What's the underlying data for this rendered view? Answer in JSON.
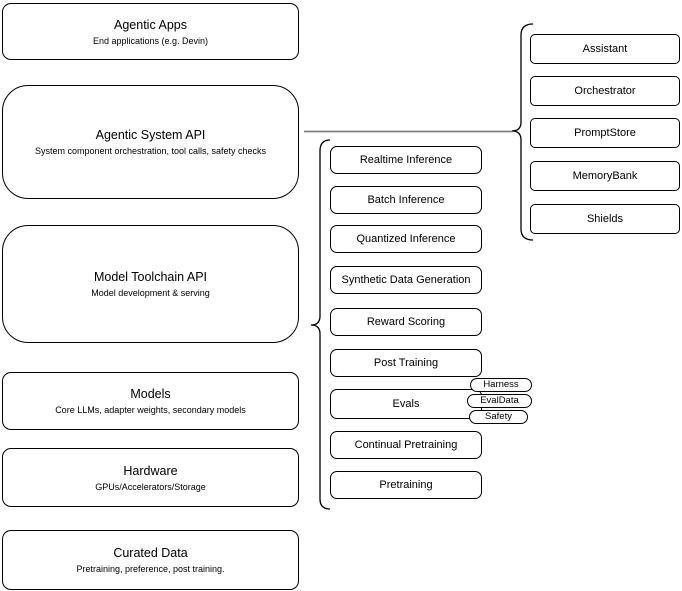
{
  "diagram": {
    "left_column": [
      {
        "title": "Agentic Apps",
        "subtitle": "End applications (e.g. Devin)"
      },
      {
        "title": "Agentic System API",
        "subtitle": "System component orchestration, tool calls, safety checks"
      },
      {
        "title": "Model Toolchain API",
        "subtitle": "Model development & serving"
      },
      {
        "title": "Models",
        "subtitle": "Core LLMs, adapter weights, secondary models"
      },
      {
        "title": "Hardware",
        "subtitle": "GPUs/Accelerators/Storage"
      },
      {
        "title": "Curated Data",
        "subtitle": "Pretraining, preference, post training."
      }
    ],
    "toolchain_group": {
      "items": [
        "Realtime Inference",
        "Batch Inference",
        "Quantized Inference",
        "Synthetic Data Generation",
        "Reward Scoring",
        "Post Training",
        "Evals",
        "Continual Pretraining",
        "Pretraining"
      ]
    },
    "evals_tags": [
      "Harness",
      "EvalData",
      "Safety"
    ],
    "system_group": {
      "items": [
        "Assistant",
        "Orchestrator",
        "PromptStore",
        "MemoryBank",
        "Shields"
      ]
    },
    "colors": {
      "stroke": "#000000",
      "fill": "#ffffff",
      "connector": "#808080"
    }
  }
}
